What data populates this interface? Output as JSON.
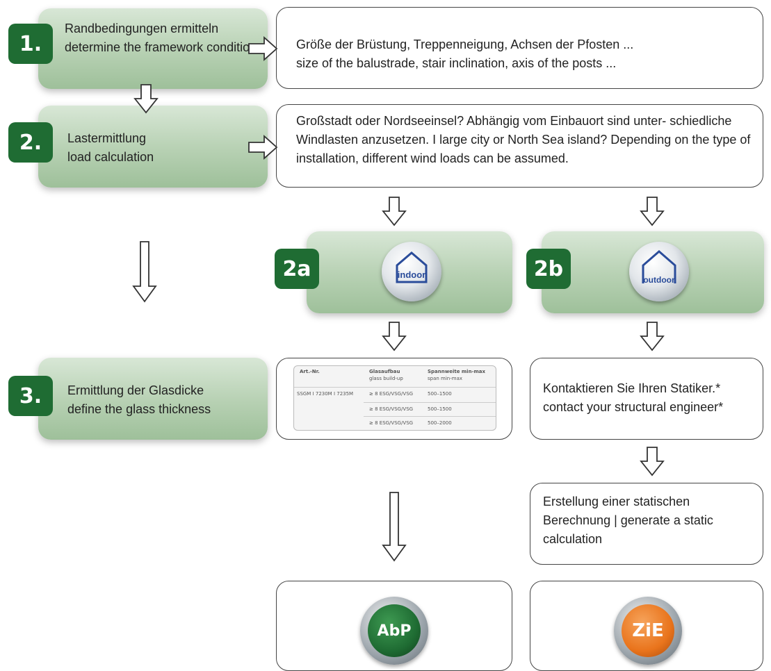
{
  "steps": {
    "s1": {
      "badge": "1.",
      "de": "Randbedingungen ermitteln",
      "en": "determine the framework conditions"
    },
    "s2": {
      "badge": "2.",
      "de": "Lastermittlung",
      "en": "load calculation"
    },
    "s2a": {
      "badge": "2a",
      "icon": "indoor"
    },
    "s2b": {
      "badge": "2b",
      "icon": "outdoor"
    },
    "s3": {
      "badge": "3.",
      "de": "Ermittlung der Glasdicke",
      "en": "define the glass thickness"
    }
  },
  "boxes": {
    "b1": {
      "de": "Größe der Brüstung, Treppenneigung, Achsen der Pfosten ...",
      "en": "size of the balustrade, stair inclination, axis of the posts ..."
    },
    "b2": {
      "de": "Großstadt oder Nordseeinsel? Abhängig vom Einbauort sind unter- schiedliche Windlasten anzusetzen.",
      "sep": " I ",
      "en": "large city or North Sea island? Depending on the type of installation, different wind loads can be assumed."
    },
    "b3b": {
      "de": "Kontaktieren Sie Ihren Statiker.*",
      "en": "contact your structural engineer*"
    },
    "b4b": {
      "de": "Erstellung einer statischen Berechnung",
      "sep": " | ",
      "en": "generate a static calculation"
    }
  },
  "table": {
    "headers": [
      "Art.-Nr.",
      "Glasaufbau",
      "Spannweite min-max"
    ],
    "subheaders": [
      "",
      "glass build-up",
      "span min-max"
    ],
    "rows": [
      [
        "SSGM I 7230M I 7235M",
        "≥ 8 ESG/VSG/VSG",
        "500–1500"
      ],
      [
        "",
        "≥ 8 ESG/VSG/VSG",
        "500–1500"
      ],
      [
        "",
        "≥ 8 ESG/VSG/VSG",
        "500–2000"
      ]
    ]
  },
  "seals": {
    "abp": {
      "label": "AbP",
      "color": "#1f6c33"
    },
    "zie": {
      "label": "ZiE",
      "color": "#e9741c"
    }
  }
}
